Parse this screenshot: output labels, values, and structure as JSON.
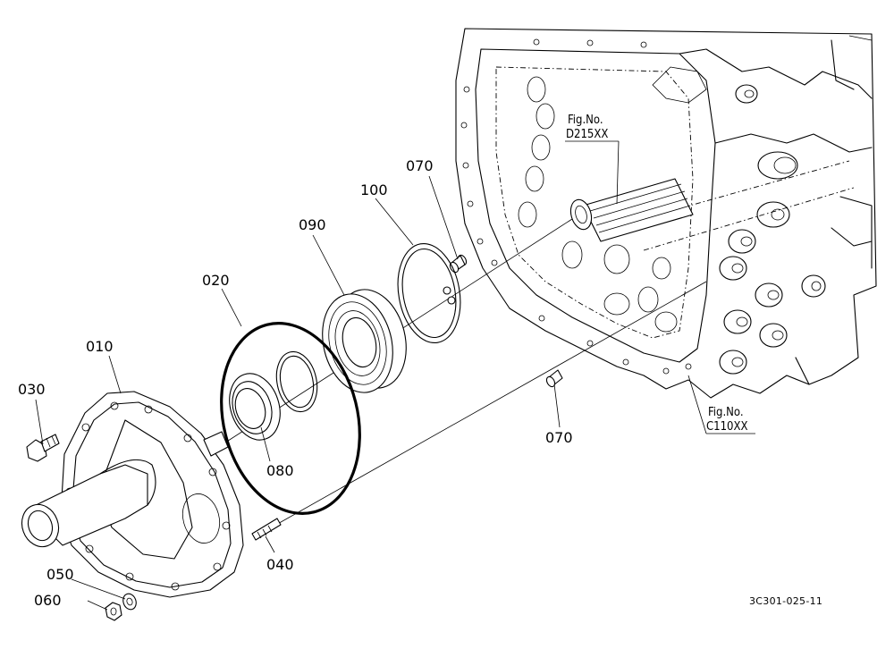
{
  "parts": [
    {
      "id": "010",
      "label": "010"
    },
    {
      "id": "020",
      "label": "020"
    },
    {
      "id": "030",
      "label": "030"
    },
    {
      "id": "040",
      "label": "040"
    },
    {
      "id": "050",
      "label": "050"
    },
    {
      "id": "060",
      "label": "060"
    },
    {
      "id": "070a",
      "label": "070"
    },
    {
      "id": "070b",
      "label": "070"
    },
    {
      "id": "080",
      "label": "080"
    },
    {
      "id": "090",
      "label": "090"
    },
    {
      "id": "100",
      "label": "100"
    }
  ],
  "references": {
    "top": {
      "line1": "Fig.No.",
      "line2": "D215XX"
    },
    "bottom": {
      "line1": "Fig.No.",
      "line2": "C110XX"
    }
  },
  "drawing_code": "3C301-025-11"
}
